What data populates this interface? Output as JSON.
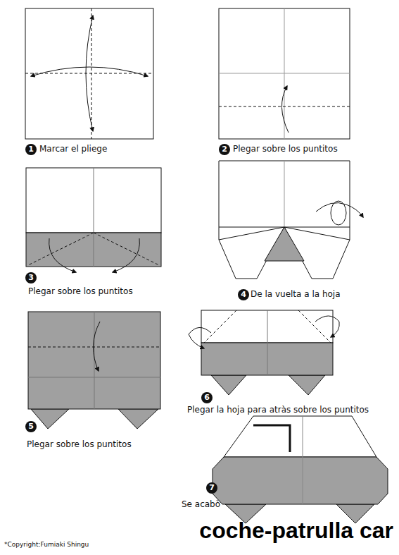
{
  "diagram": {
    "title": "coche-patrulla car",
    "nodes": [
      {
        "text": [
          "1"
        ]
      },
      {
        "text": [
          "2"
        ]
      },
      {
        "text": [
          "3"
        ]
      },
      {
        "text": [
          "4"
        ]
      },
      {
        "text": [
          "5"
        ]
      },
      {
        "text": [
          "6"
        ]
      },
      {
        "text": [
          "7"
        ]
      }
    ],
    "labels": [
      "Marcar el pliege",
      "Plegar sobre los puntitos",
      "Plegar sobre los puntitos",
      "De la vuelta a la hoja",
      "Plegar sobre los puntitos",
      "Plegar la hoja para atràs sobre los puntitos",
      "Se acabò",
      "*Copyright:Fumiaki Shingu"
    ]
  }
}
